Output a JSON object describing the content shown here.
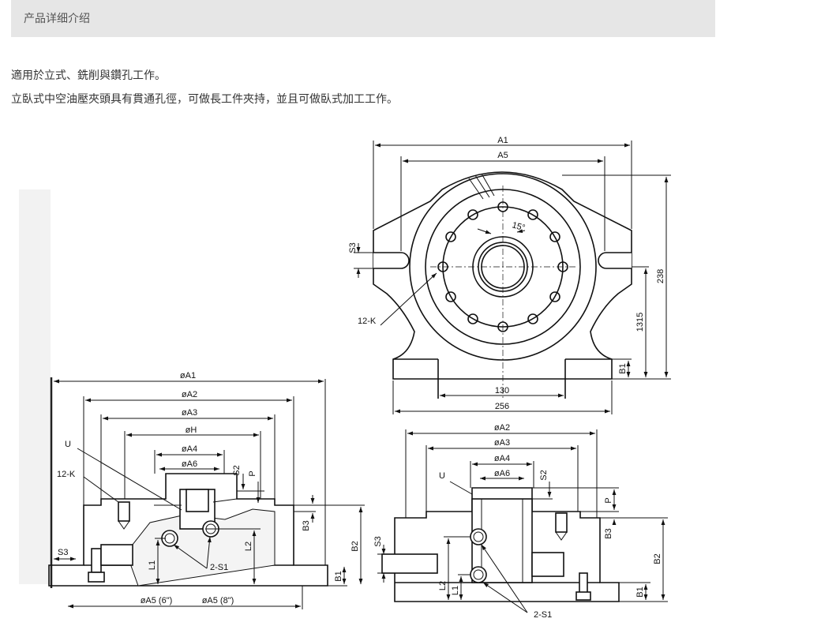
{
  "header": {
    "title": "产品详细介绍"
  },
  "description": {
    "line1": "適用於立式、銑削與鑽孔工作。",
    "line2": "立臥式中空油壓夾頭具有貫通孔徑，可做長工件夾持，並且可做臥式加工工作。"
  },
  "drawing_top": {
    "a1": "A1",
    "a5": "A5",
    "s3": "S3",
    "angle": "15°",
    "hole_k": "12-K",
    "h238": "238",
    "h1315": "1315",
    "b1": "B1",
    "w130": "130",
    "w256": "256"
  },
  "drawing_left": {
    "oa1": "øA1",
    "oa2": "øA2",
    "oa3": "øA3",
    "oh": "øH",
    "oa4": "øA4",
    "oa6": "øA6",
    "u": "U",
    "k": "12-K",
    "s2": "S2",
    "p": "P",
    "b3": "B3",
    "b2": "B2",
    "l2": "L2",
    "l1": "L1",
    "s1": "2-S1",
    "s3": "S3",
    "b1": "B1",
    "a5_6": "øA5 (6\")",
    "a5_8": "øA5 (8\")"
  },
  "drawing_right": {
    "oa2": "øA2",
    "oa3": "øA3",
    "oa4": "øA4",
    "oa6": "øA6",
    "u": "U",
    "s2": "S2",
    "p": "P",
    "b3": "B3",
    "s3": "S3",
    "b2": "B2",
    "l2": "L2",
    "l1": "L1",
    "b1": "B1",
    "s1": "2-S1"
  }
}
